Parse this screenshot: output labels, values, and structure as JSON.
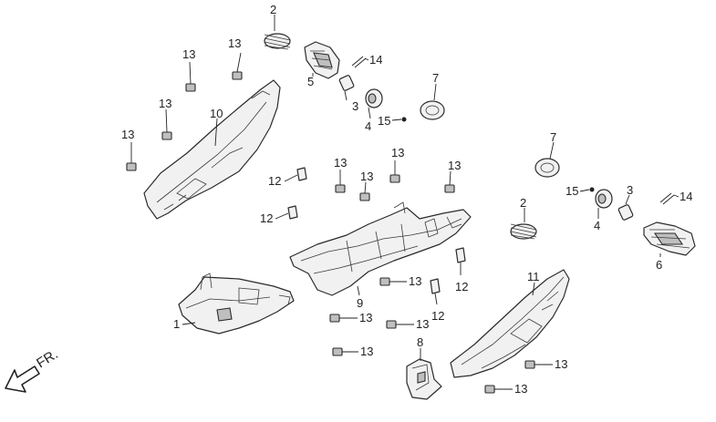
{
  "diagram": {
    "front_label": "FR.",
    "callouts": {
      "c1": "1",
      "c2a": "2",
      "c2b": "2",
      "c3a": "3",
      "c3b": "3",
      "c4a": "4",
      "c4b": "4",
      "c5": "5",
      "c6": "6",
      "c7a": "7",
      "c7b": "7",
      "c8": "8",
      "c9": "9",
      "c10": "10",
      "c11": "11",
      "c12a": "12",
      "c12b": "12",
      "c12c": "12",
      "c12d": "12",
      "c13a": "13",
      "c13b": "13",
      "c13c": "13",
      "c13d": "13",
      "c13e": "13",
      "c13f": "13",
      "c13g": "13",
      "c13h": "13",
      "c13i": "13",
      "c13j": "13",
      "c13k": "13",
      "c13l": "13",
      "c13m": "13",
      "c13n": "13",
      "c14a": "14",
      "c14b": "14",
      "c15a": "15",
      "c15b": "15"
    }
  }
}
